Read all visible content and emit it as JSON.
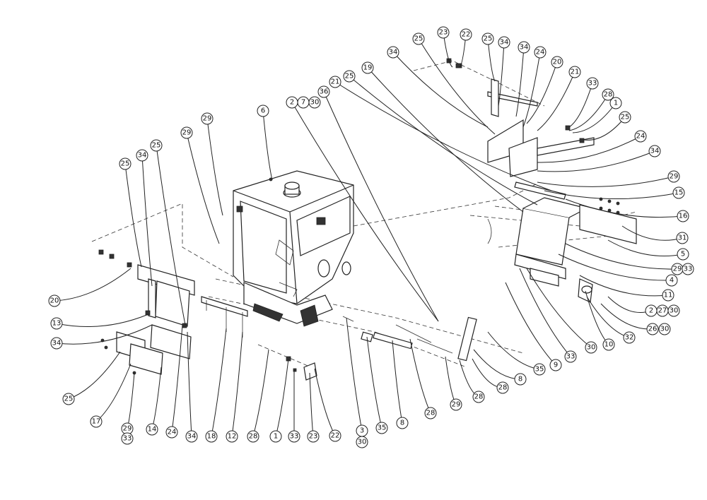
{
  "diagram": {
    "callouts": {
      "c_2": "2",
      "c_7": "7",
      "c_30": "30",
      "c_36": "36",
      "c_21": "21",
      "c_25": "25",
      "c_19": "19",
      "c_34": "34",
      "c_25b": "25",
      "c_23": "23",
      "c_22": "22",
      "c_25c": "25",
      "c_34b": "34",
      "c_34c": "34",
      "c_24": "24",
      "c_20": "20",
      "c_21b": "21",
      "c_33": "33",
      "c_28": "28",
      "c_1": "1",
      "c_25d": "25",
      "c_24b": "24",
      "c_34d": "34",
      "c_29": "29",
      "c_15": "15",
      "c_16": "16",
      "c_31": "31",
      "c_5": "5",
      "c_29b": "29",
      "c_33b": "33",
      "c_4": "4",
      "c_11": "11",
      "c_2b": "2",
      "c_27": "27",
      "c_30b": "30",
      "c_26": "26",
      "c_30c": "30",
      "c_32": "32",
      "c_10": "10",
      "c_30d": "30",
      "c_33c": "33",
      "c_9": "9",
      "c_35": "35",
      "c_8": "8",
      "c_28b": "28",
      "c_28c": "28",
      "c_29c": "29",
      "c_28d": "28",
      "c_8b": "8",
      "c_35b": "35",
      "c_3": "3",
      "c_30e": "30",
      "c_22b": "22",
      "c_23b": "23",
      "c_33d": "33",
      "c_1b": "1",
      "c_28e": "28",
      "c_12": "12",
      "c_18": "18",
      "c_34e": "34",
      "c_24c": "24",
      "c_14": "14",
      "c_29d": "29",
      "c_33e": "33",
      "c_17": "17",
      "c_25e": "25",
      "c_34f": "34",
      "c_13": "13",
      "c_20b": "20",
      "c_25f": "25",
      "c_34g": "34",
      "c_25g": "25",
      "c_29e": "29",
      "c_6": "6"
    }
  }
}
